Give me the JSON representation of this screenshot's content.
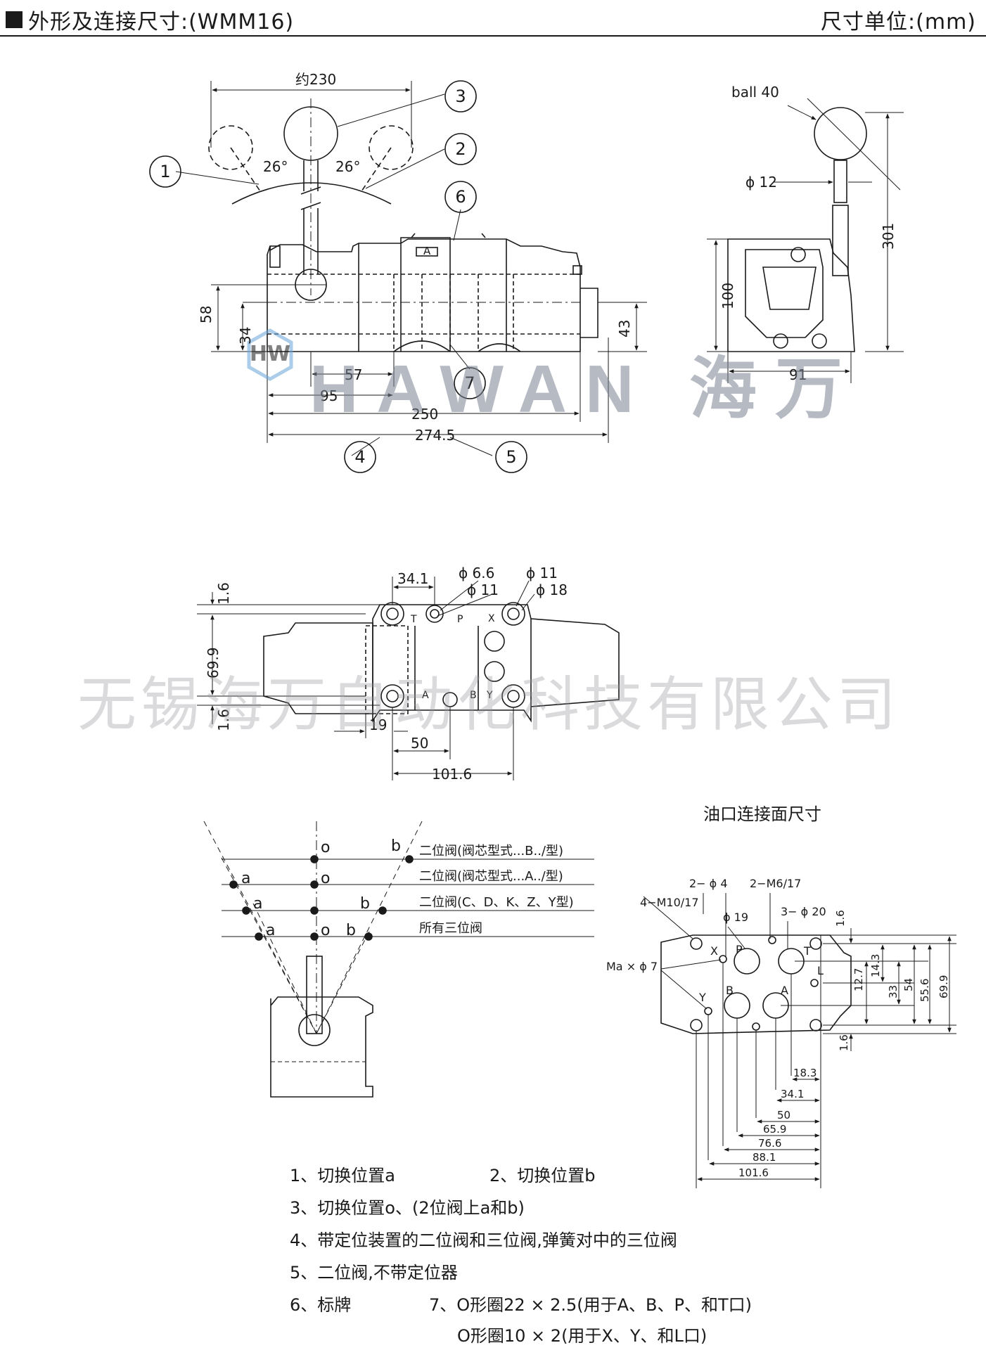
{
  "header": {
    "title": "外形及连接尺寸:(WMM16)",
    "unit": "尺寸单位:(mm)"
  },
  "watermark": {
    "brand_en": "HAWAN",
    "brand_cn": "海万",
    "company": "无锡海万自动化科技有限公司",
    "logo_letters": "HW"
  },
  "section": {
    "port_face_title": "油口连接面尺寸"
  },
  "callouts": [
    "1",
    "2",
    "3",
    "4",
    "5",
    "6",
    "7"
  ],
  "dims_front": {
    "d230": "约230",
    "a26": "26°",
    "h58": "58",
    "h34": "34",
    "h43": "43",
    "w57": "57",
    "w95": "95",
    "w250": "250",
    "w274": "274.5",
    "plate_a": "A"
  },
  "dims_side": {
    "ball": "ball 40",
    "phi12": "ϕ 12",
    "h100": "100",
    "h301": "301",
    "w91": "91"
  },
  "dims_top": {
    "v16a": "1.6",
    "v699": "69.9",
    "v16b": "1.6",
    "w341": "34.1",
    "phi66": "ϕ 6.6",
    "phi11a": "ϕ 11",
    "phi11b": "ϕ 11",
    "phi18": "ϕ 18",
    "w19": "19",
    "w50": "50",
    "w1016": "101.6",
    "port_T": "T",
    "port_P": "P",
    "port_X": "X",
    "port_A": "A",
    "port_B": "B",
    "port_Y": "Y"
  },
  "positions": {
    "row1": "二位阀(阀芯型式...B../型)",
    "row2": "二位阀(阀芯型式...A../型)",
    "row3": "二位阀(C、D、K、Z、Y型)",
    "row4": "所有三位阀",
    "o": "o",
    "a": "a",
    "b": "b"
  },
  "port_face": {
    "d2phi4": "2− ϕ 4",
    "d2m6": "2−M6/17",
    "d4m10": "4−M10/17",
    "phi19": "ϕ 19",
    "d3phi20": "3− ϕ 20",
    "ma": "Ma × ϕ 7",
    "v16": "1.6",
    "v127": "12.7",
    "v143": "14.3",
    "v33": "33",
    "v54": "54",
    "v556": "55.6",
    "v699": "69.9",
    "v16b": "1.6",
    "h183": "18.3",
    "h341": "34.1",
    "h50": "50",
    "h659": "65.9",
    "h766": "76.6",
    "h881": "88.1",
    "h1016": "101.6",
    "X": "X",
    "P": "P",
    "T": "T",
    "L": "L",
    "Y": "Y",
    "B": "B",
    "A": "A"
  },
  "notes": {
    "n1": "1、切换位置a",
    "n2": "2、切换位置b",
    "n3": "3、切换位置o、(2位阀上a和b)",
    "n4": "4、带定位装置的二位阀和三位阀,弹簧对中的三位阀",
    "n5": "5、二位阀,不带定位器",
    "n6": "6、标牌",
    "n7": "7、O形圈22 × 2.5(用于A、B、P、和T口)",
    "n8": "O形圈10 × 2(用于X、Y、和L口)"
  }
}
